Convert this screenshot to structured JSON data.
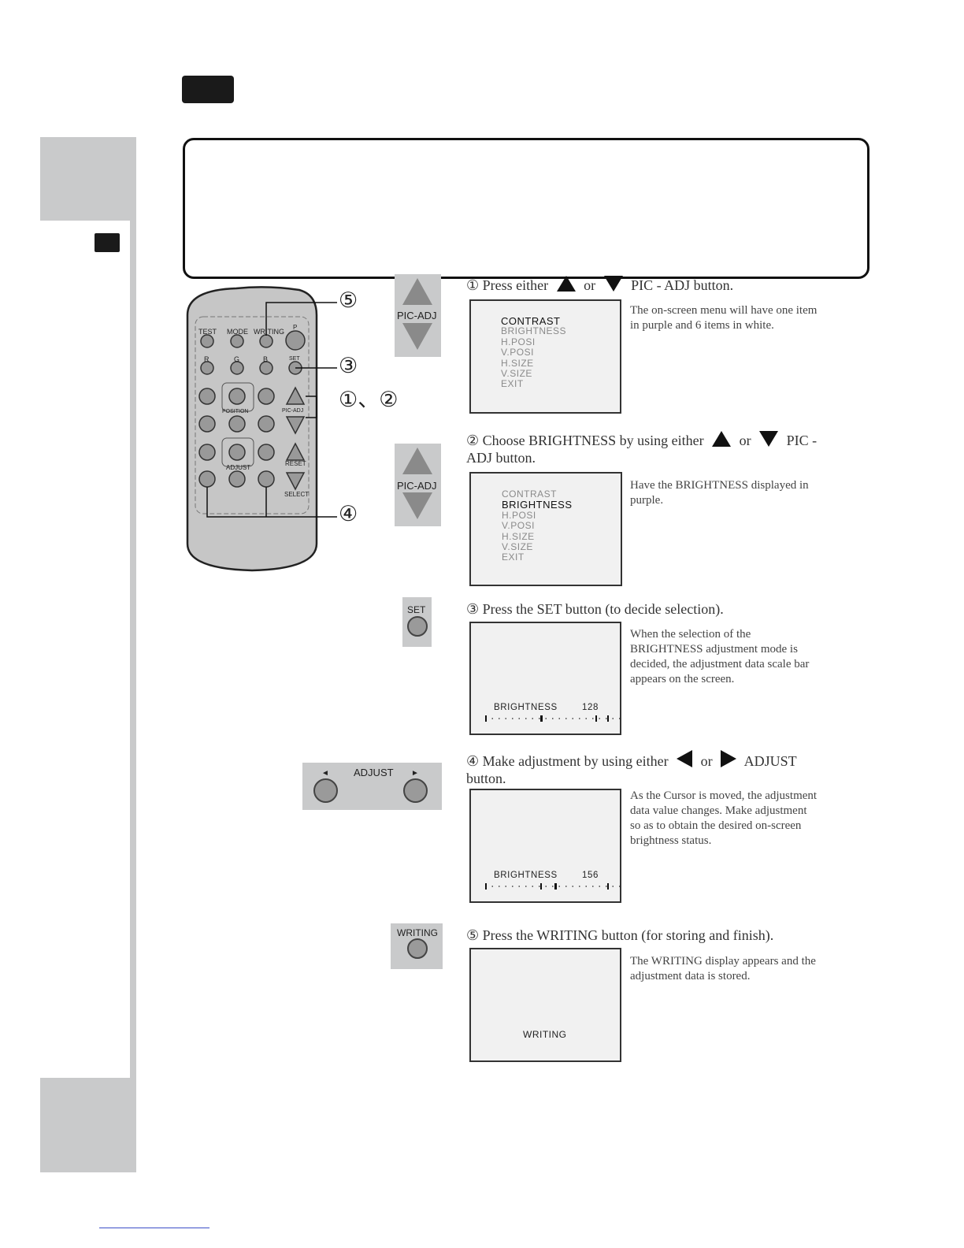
{
  "callouts": {
    "c5": "⑤",
    "c3": "③",
    "c12": "①、②",
    "c4": "④"
  },
  "remote": {
    "test": "TEST",
    "mode": "MODE",
    "writing": "WRITING",
    "p": "P",
    "r": "R",
    "g": "G",
    "b": "B",
    "set": "SET",
    "position": "POSITION",
    "pic_adj": "PIC-ADJ",
    "adjust": "ADJUST",
    "reset": "RESET",
    "select": "SELECT"
  },
  "panels": {
    "pic_adj_1": "PIC-ADJ",
    "pic_adj_2": "PIC-ADJ",
    "set": "SET",
    "adjust": "ADJUST",
    "writing": "WRITING"
  },
  "steps": [
    {
      "num": "①",
      "text_a": "Press either",
      "or": "or",
      "text_b": "PIC - ADJ button.",
      "note": "The on-screen menu will have one item in purple and 6 items in white."
    },
    {
      "num": "②",
      "text_a": "Choose BRIGHTNESS by using either",
      "or": "or",
      "text_b": "PIC - ADJ button.",
      "note": "Have the BRIGHTNESS displayed in purple."
    },
    {
      "num": "③",
      "text": "Press the SET button (to decide selection).",
      "note": "When the selection of the BRIGHTNESS adjustment mode is decided, the adjustment data scale bar appears on the screen."
    },
    {
      "num": "④",
      "text_a": "Make adjustment by using either",
      "or": "or",
      "text_b": "ADJUST button.",
      "note": "As the Cursor is moved, the adjustment data value changes. Make adjustment so as to obtain the desired on-screen brightness status."
    },
    {
      "num": "⑤",
      "text": "Press the WRITING button (for storing and finish).",
      "note": "The WRITING display appears and the adjustment data is stored."
    }
  ],
  "menu1": [
    "CONTRAST",
    "BRIGHTNESS",
    "H.POSI",
    "V.POSI",
    "H.SIZE",
    "V.SIZE",
    "EXIT"
  ],
  "menu2": [
    "CONTRAST",
    "BRIGHTNESS",
    "H.POSI",
    "V.POSI",
    "H.SIZE",
    "V.SIZE",
    "EXIT"
  ],
  "screen3": {
    "label": "BRIGHTNESS",
    "value": "128"
  },
  "screen4": {
    "label": "BRIGHTNESS",
    "value": "156"
  },
  "screen5": {
    "label": "WRITING"
  }
}
